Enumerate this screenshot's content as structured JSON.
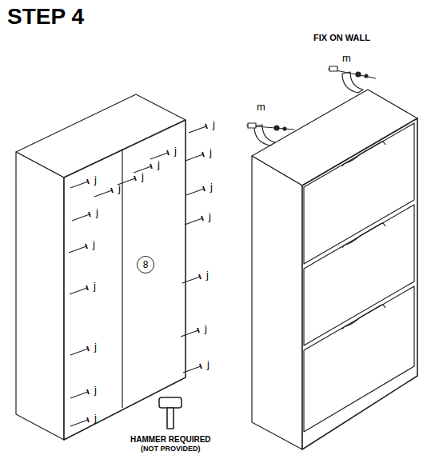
{
  "diagram": {
    "title": "STEP 4",
    "nodes": [
      {
        "text": [
          "8"
        ]
      }
    ],
    "labels": [
      "FIX ON WALL",
      "m",
      "m",
      "j",
      "j",
      "j",
      "j",
      "j",
      "j",
      "j",
      "j",
      "j",
      "j",
      "j",
      "j",
      "j",
      "j",
      "j",
      "j",
      "j",
      "j",
      "HAMMER REQUIRED",
      "(NOT PROVIDED)"
    ]
  }
}
